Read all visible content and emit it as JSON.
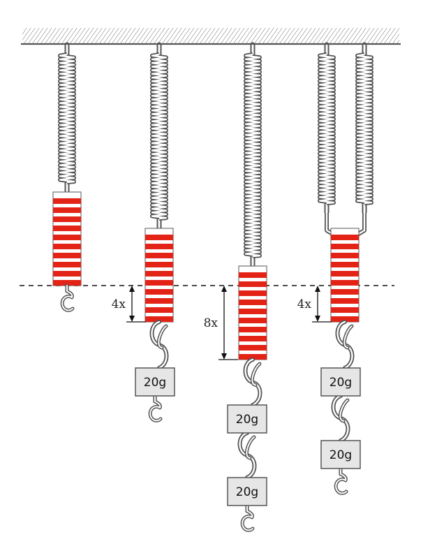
{
  "colors": {
    "ceiling": "#555555",
    "spring": "#555555",
    "spring_gap": "#ffffff",
    "scale_stripe": "#e32316",
    "scale_bg": "#ffffff",
    "weight_fill": "#e6e6e6",
    "weight_border": "#555555",
    "reference_line": "#111111",
    "arrow": "#111111"
  },
  "reference_line": {
    "style": "dashed"
  },
  "setups": [
    {
      "label": "no-load",
      "springs": 1,
      "stretch_label": "",
      "weights": []
    },
    {
      "label": "one-weight",
      "springs": 1,
      "stretch_label": "4x",
      "weights": [
        "20g"
      ]
    },
    {
      "label": "two-weights",
      "springs": 1,
      "stretch_label": "8x",
      "weights": [
        "20g",
        "20g"
      ]
    },
    {
      "label": "two-springs-two-weights",
      "springs": 2,
      "stretch_label": "4x",
      "weights": [
        "20g",
        "20g"
      ]
    }
  ]
}
